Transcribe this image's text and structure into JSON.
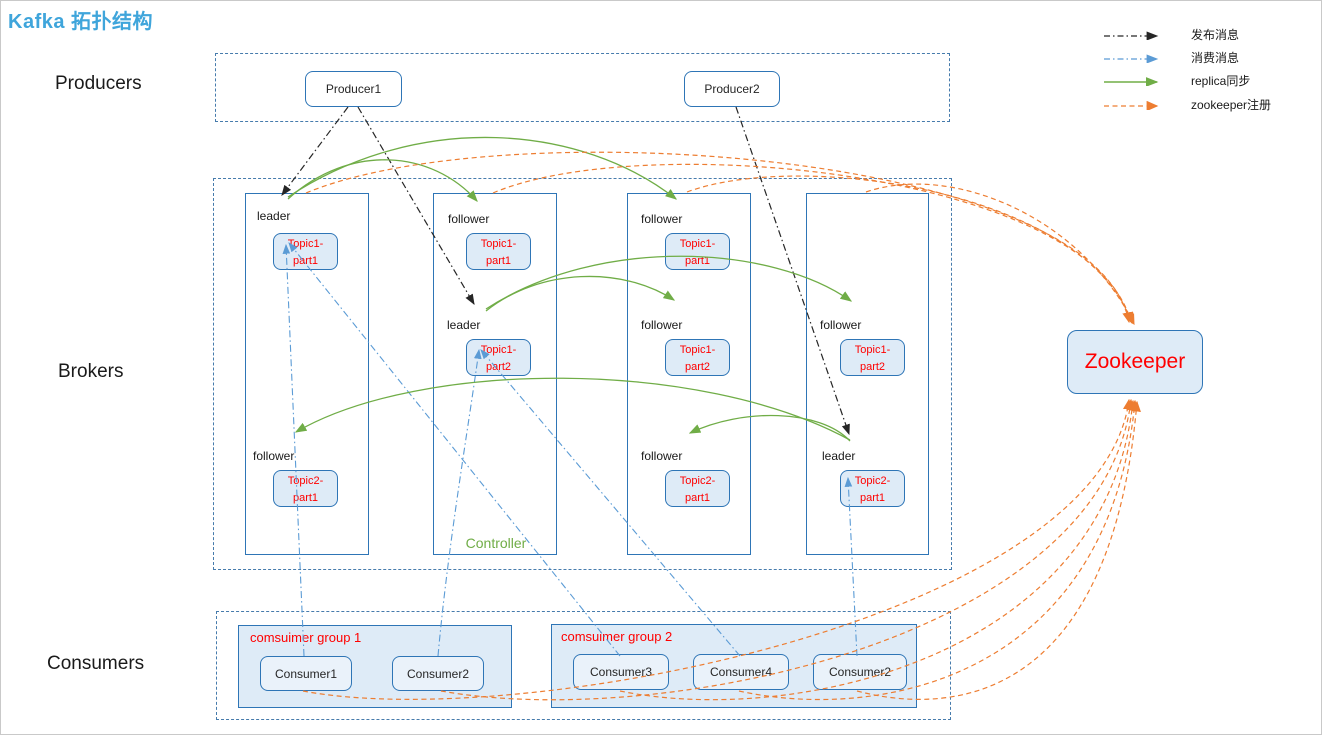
{
  "title": "Kafka 拓扑结构",
  "sections": {
    "producers": "Producers",
    "brokers": "Brokers",
    "consumers": "Consumers"
  },
  "legend": {
    "items": [
      {
        "id": "publish",
        "label": "发布消息",
        "color": "#262626",
        "style": "dash-dot"
      },
      {
        "id": "consume",
        "label": "消费消息",
        "color": "#5B9BD5",
        "style": "dash-dot"
      },
      {
        "id": "replica-sync",
        "label": "replica同步",
        "color": "#70AD47",
        "style": "solid"
      },
      {
        "id": "zookeeper-register",
        "label": "zookeeper注册",
        "color": "#ED7D31",
        "style": "dashed"
      }
    ]
  },
  "producers": [
    {
      "label": "Producer1"
    },
    {
      "label": "Producer2"
    }
  ],
  "brokers": [
    {
      "row1": {
        "role": "leader",
        "topic_line1": "Topic1-",
        "topic_line2": "part1"
      },
      "row3": {
        "role": "follower",
        "topic_line1": "Topic2-",
        "topic_line2": "part1"
      }
    },
    {
      "row1": {
        "role": "follower",
        "topic_line1": "Topic1-",
        "topic_line2": "part1"
      },
      "row2": {
        "role": "leader",
        "topic_line1": "Topic1-",
        "topic_line2": "part2"
      },
      "controller_label": "Controller"
    },
    {
      "row1": {
        "role": "follower",
        "topic_line1": "Topic1-",
        "topic_line2": "part1"
      },
      "row2": {
        "role": "follower",
        "topic_line1": "Topic1-",
        "topic_line2": "part2"
      },
      "row3": {
        "role": "follower",
        "topic_line1": "Topic2-",
        "topic_line2": "part1"
      }
    },
    {
      "row2": {
        "role": "follower",
        "topic_line1": "Topic1-",
        "topic_line2": "part2"
      },
      "row3": {
        "role": "leader",
        "topic_line1": "Topic2-",
        "topic_line2": "part1"
      }
    }
  ],
  "zookeeper": {
    "label": "Zookeeper"
  },
  "consumer_groups": [
    {
      "label": "comsuimer group 1",
      "consumers": [
        {
          "label": "Consumer1"
        },
        {
          "label": "Consumer2"
        }
      ]
    },
    {
      "label": "comsuimer group 2",
      "consumers": [
        {
          "label": "Consumer3"
        },
        {
          "label": "Consumer4"
        },
        {
          "label": "Consumer2"
        }
      ]
    }
  ],
  "colors": {
    "title": "#3FA5DB",
    "publish_arrow": "#262626",
    "consume_arrow": "#5B9BD5",
    "replica_arrow": "#70AD47",
    "zookeeper_arrow": "#ED7D31",
    "box_border": "#2E75B6",
    "box_fill": "#DEEBF7",
    "dashed_border": "#467BAC",
    "topic_text": "#FF0000",
    "group_label_text": "#FF0000",
    "controller_text": "#70AD47"
  }
}
